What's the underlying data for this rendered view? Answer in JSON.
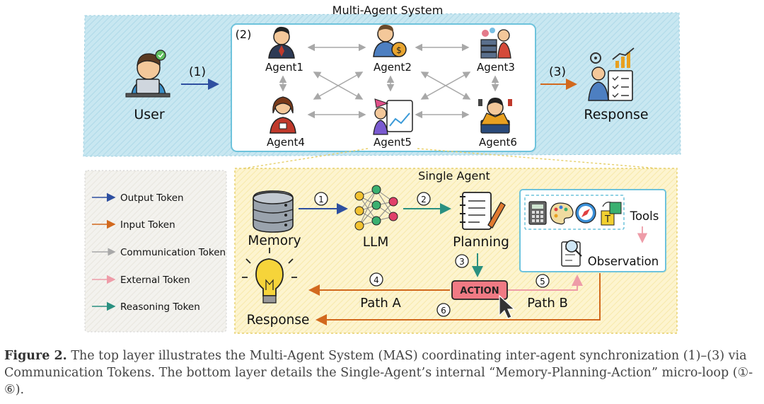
{
  "top": {
    "title": "Multi-Agent System",
    "step1": "(1)",
    "step2": "(2)",
    "step3": "(3)",
    "user_label": "User",
    "response_label": "Response",
    "agents": [
      "Agent1",
      "Agent2",
      "Agent3",
      "Agent4",
      "Agent5",
      "Agent6"
    ]
  },
  "legend": {
    "items": [
      {
        "label": "Output Token",
        "color": "#2e4fa0"
      },
      {
        "label": "Input Token",
        "color": "#d2691e"
      },
      {
        "label": "Communication Token",
        "color": "#a8a8a8"
      },
      {
        "label": "External Token",
        "color": "#ee9ca8"
      },
      {
        "label": "Reasoning Token",
        "color": "#2a9080"
      }
    ]
  },
  "single": {
    "title": "Single Agent",
    "memory": "Memory",
    "llm": "LLM",
    "planning": "Planning",
    "tools": "Tools",
    "observation": "Observation",
    "action": "ACTION",
    "path_a": "Path A",
    "path_b": "Path B",
    "response": "Response",
    "num1": "1",
    "num2": "2",
    "num3": "3",
    "num4": "4",
    "num5": "5",
    "num6": "6"
  },
  "caption": {
    "fig": "Figure 2.",
    "text": " The top layer illustrates the Multi-Agent System (MAS) coordinating inter-agent synchronization (1)–(3) via Communication Tokens. The bottom layer details the Single-Agent’s internal “Memory-Planning-Action” micro-loop (①-⑥)."
  },
  "colors": {
    "top_band": "#bfe4ef",
    "bottom_band": "#fdf3c8",
    "output": "#2e4fa0",
    "input": "#d2691e",
    "communication": "#a8a8a8",
    "external": "#ee9ca8",
    "reasoning": "#2a9080",
    "action_fill": "#f07a84"
  }
}
